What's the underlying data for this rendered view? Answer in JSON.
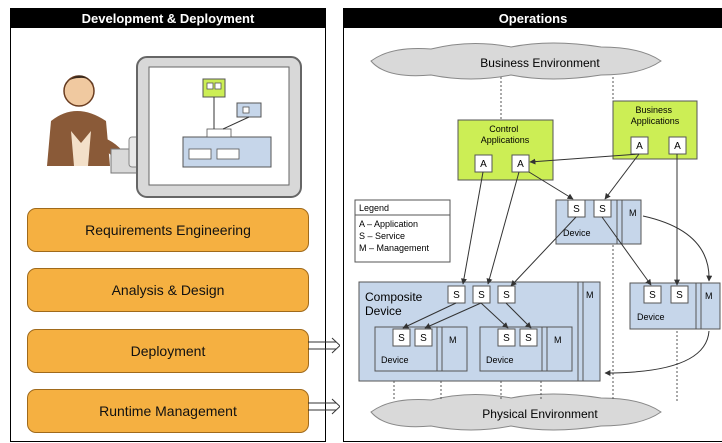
{
  "left_panel": {
    "title": "Development & Deployment",
    "phases": [
      "Requirements Engineering",
      "Analysis & Design",
      "Deployment",
      "Runtime Management"
    ]
  },
  "right_panel": {
    "title": "Operations",
    "business_environment": "Business Environment",
    "physical_environment": "Physical Environment",
    "control_applications": "Control\nApplications",
    "business_applications": "Business\nApplications",
    "application_label": "A",
    "service_label": "S",
    "management_label": "M",
    "device_label": "Device",
    "composite_device": "Composite\nDevice",
    "legend": {
      "title": "Legend",
      "items": [
        "A – Application",
        "S – Service",
        "M – Management"
      ]
    }
  },
  "colors": {
    "header": "#000000",
    "phase": "#f5b041",
    "application": "#ccee55",
    "device": "#c6d6ea",
    "cloud": "#d9d9d9"
  }
}
